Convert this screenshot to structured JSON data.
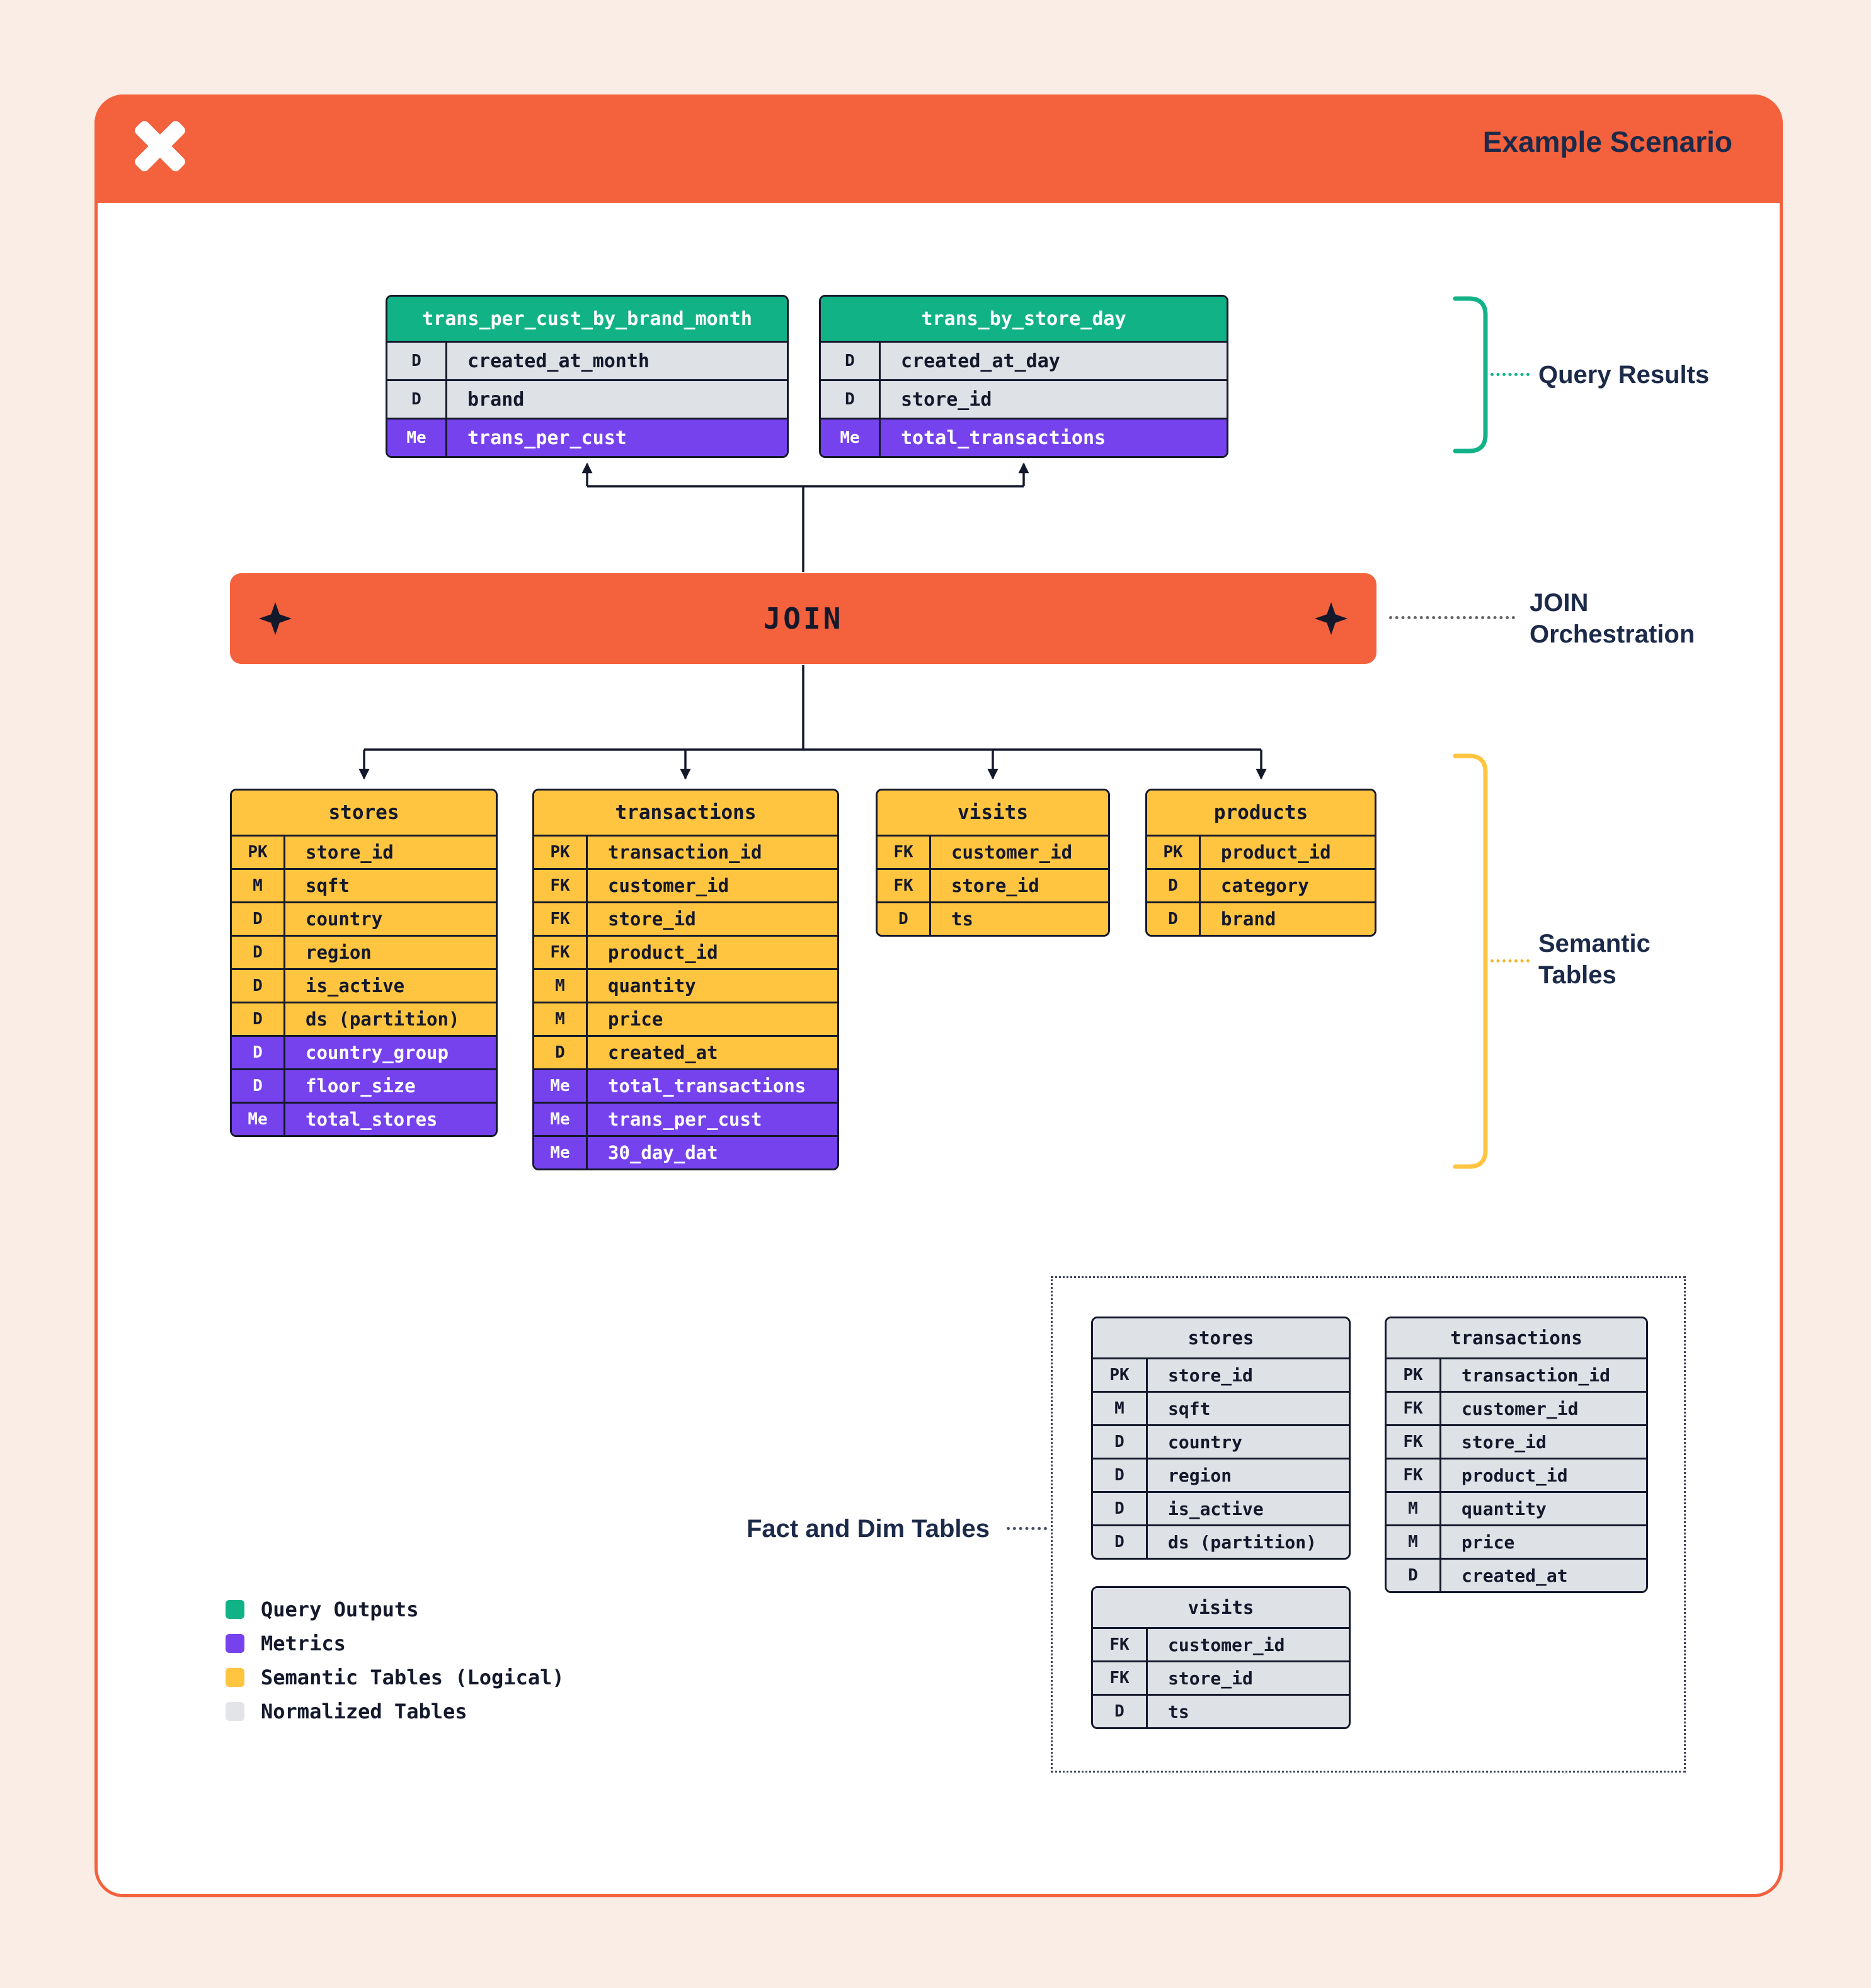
{
  "colors": {
    "orange": "#F4613D",
    "green": "#12B287",
    "purple": "#7642EE",
    "yellow": "#FFC540",
    "gray_row": "#DEE1E6",
    "gray_swatch": "#E2E4E8",
    "ink": "#14182B",
    "navy_label": "#1C2A4A",
    "page_bg": "#FAEDE6"
  },
  "icons": {
    "logo": "x-pinwheel-logo",
    "join_decor": "four-pointed-star"
  },
  "header": {
    "title": "Example Scenario"
  },
  "join": {
    "label": "JOIN"
  },
  "annotations": {
    "query_results": {
      "label": "Query Results"
    },
    "join_orchestration": {
      "label": "JOIN\nOrchestration"
    },
    "semantic_tables": {
      "label": "Semantic\nTables"
    },
    "fact_dim": {
      "label": "Fact and Dim Tables"
    }
  },
  "query_tables": [
    {
      "title": "trans_per_cust_by_brand_month",
      "rows": [
        {
          "key": "D",
          "name": "created_at_month",
          "metric": false
        },
        {
          "key": "D",
          "name": "brand",
          "metric": false
        },
        {
          "key": "Me",
          "name": "trans_per_cust",
          "metric": true
        }
      ]
    },
    {
      "title": "trans_by_store_day",
      "rows": [
        {
          "key": "D",
          "name": "created_at_day",
          "metric": false
        },
        {
          "key": "D",
          "name": "store_id",
          "metric": false
        },
        {
          "key": "Me",
          "name": "total_transactions",
          "metric": true
        }
      ]
    }
  ],
  "semantic_tables": [
    {
      "title": "stores",
      "rows": [
        {
          "key": "PK",
          "name": "store_id"
        },
        {
          "key": "M",
          "name": "sqft"
        },
        {
          "key": "D",
          "name": "country"
        },
        {
          "key": "D",
          "name": "region"
        },
        {
          "key": "D",
          "name": "is_active"
        },
        {
          "key": "D",
          "name": "ds (partition)"
        },
        {
          "key": "D",
          "name": "country_group",
          "metric": true
        },
        {
          "key": "D",
          "name": "floor_size",
          "metric": true
        },
        {
          "key": "Me",
          "name": "total_stores",
          "metric": true
        }
      ]
    },
    {
      "title": "transactions",
      "rows": [
        {
          "key": "PK",
          "name": "transaction_id"
        },
        {
          "key": "FK",
          "name": "customer_id"
        },
        {
          "key": "FK",
          "name": "store_id"
        },
        {
          "key": "FK",
          "name": "product_id"
        },
        {
          "key": "M",
          "name": "quantity"
        },
        {
          "key": "M",
          "name": "price"
        },
        {
          "key": "D",
          "name": "created_at"
        },
        {
          "key": "Me",
          "name": "total_transactions",
          "metric": true
        },
        {
          "key": "Me",
          "name": "trans_per_cust",
          "metric": true
        },
        {
          "key": "Me",
          "name": "30_day_dat",
          "metric": true
        }
      ]
    },
    {
      "title": "visits",
      "rows": [
        {
          "key": "FK",
          "name": "customer_id"
        },
        {
          "key": "FK",
          "name": "store_id"
        },
        {
          "key": "D",
          "name": "ts"
        }
      ]
    },
    {
      "title": "products",
      "rows": [
        {
          "key": "PK",
          "name": "product_id"
        },
        {
          "key": "D",
          "name": "category"
        },
        {
          "key": "D",
          "name": "brand"
        }
      ]
    }
  ],
  "normalized_tables": [
    {
      "title": "stores",
      "rows": [
        {
          "key": "PK",
          "name": "store_id"
        },
        {
          "key": "M",
          "name": "sqft"
        },
        {
          "key": "D",
          "name": "country"
        },
        {
          "key": "D",
          "name": "region"
        },
        {
          "key": "D",
          "name": "is_active"
        },
        {
          "key": "D",
          "name": "ds (partition)"
        }
      ]
    },
    {
      "title": "transactions",
      "rows": [
        {
          "key": "PK",
          "name": "transaction_id"
        },
        {
          "key": "FK",
          "name": "customer_id"
        },
        {
          "key": "FK",
          "name": "store_id"
        },
        {
          "key": "FK",
          "name": "product_id"
        },
        {
          "key": "M",
          "name": "quantity"
        },
        {
          "key": "M",
          "name": "price"
        },
        {
          "key": "D",
          "name": "created_at"
        }
      ]
    },
    {
      "title": "visits",
      "rows": [
        {
          "key": "FK",
          "name": "customer_id"
        },
        {
          "key": "FK",
          "name": "store_id"
        },
        {
          "key": "D",
          "name": "ts"
        }
      ]
    }
  ],
  "legend": [
    {
      "label": "Query Outputs",
      "color": "#12B287"
    },
    {
      "label": "Metrics",
      "color": "#7642EE"
    },
    {
      "label": "Semantic Tables (Logical)",
      "color": "#FFC540"
    },
    {
      "label": "Normalized Tables",
      "color": "#E2E4E8"
    }
  ]
}
